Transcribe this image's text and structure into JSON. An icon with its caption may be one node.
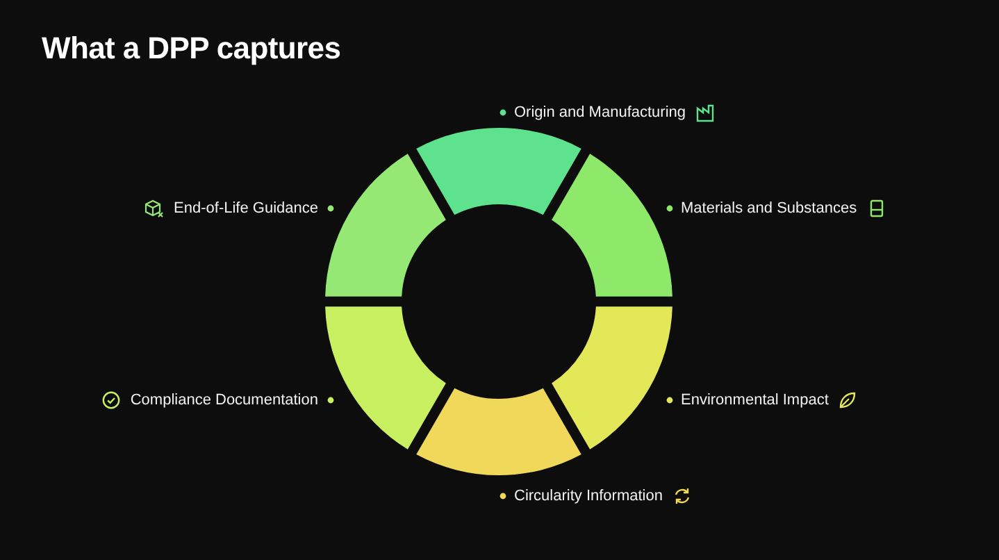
{
  "diagram": {
    "title": "What a DPP captures",
    "labels": [
      "Origin and Manufacturing",
      "Materials and Substances",
      "Environmental Impact",
      "Circularity Information",
      "Compliance Documentation",
      "End-of-Life Guidance"
    ]
  }
}
